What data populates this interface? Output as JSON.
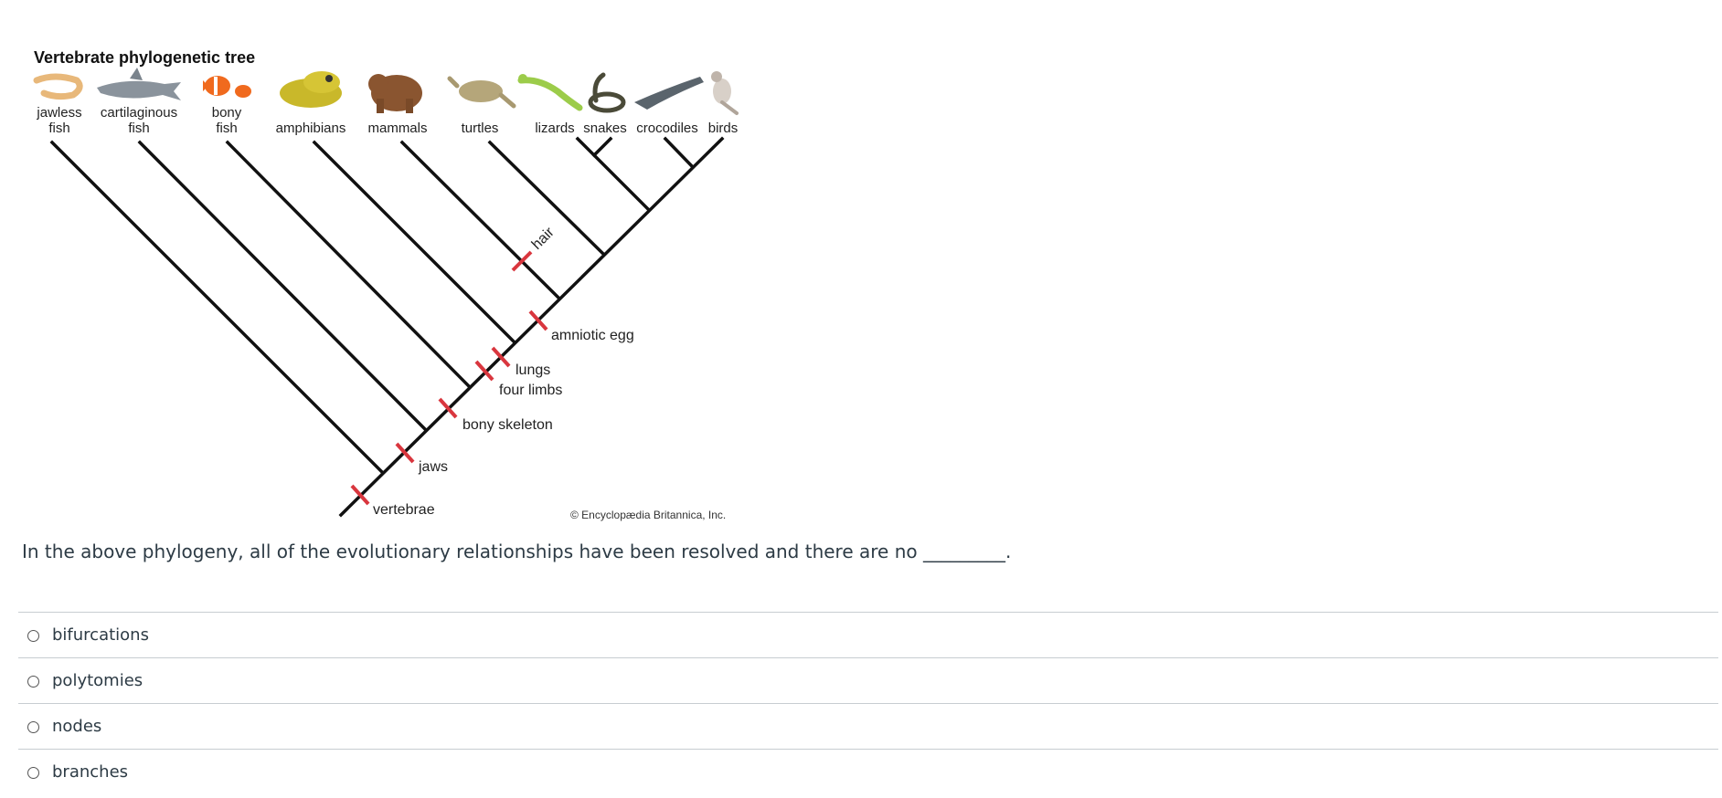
{
  "figure": {
    "title": "Vertebrate phylogenetic tree",
    "copyright": "© Encyclopædia Britannica, Inc.",
    "taxa": [
      {
        "line1": "jawless",
        "line2": "fish",
        "icon": "eel-icon"
      },
      {
        "line1": "cartilaginous",
        "line2": "fish",
        "icon": "shark-icon"
      },
      {
        "line1": "bony",
        "line2": "fish",
        "icon": "clownfish-icon"
      },
      {
        "line1": "",
        "line2": "amphibians",
        "icon": "frog-icon"
      },
      {
        "line1": "",
        "line2": "mammals",
        "icon": "bear-icon"
      },
      {
        "line1": "",
        "line2": "turtles",
        "icon": "turtle-icon"
      },
      {
        "line1": "",
        "line2": "lizards",
        "icon": "lizard-icon"
      },
      {
        "line1": "",
        "line2": "snakes",
        "icon": "snake-icon"
      },
      {
        "line1": "",
        "line2": "crocodiles",
        "icon": "crocodile-icon"
      },
      {
        "line1": "",
        "line2": "birds",
        "icon": "bird-icon"
      }
    ],
    "traits": {
      "vertebrae": "vertebrae",
      "jaws": "jaws",
      "bony_skeleton": "bony skeleton",
      "four_limbs": "four limbs",
      "lungs": "lungs",
      "amniotic_egg": "amniotic egg",
      "hair": "hair"
    },
    "colors": {
      "branch": "#111111",
      "trait_mark": "#d9363e"
    }
  },
  "question": {
    "text": "In the above phylogeny, all of the evolutionary relationships have been resolved and there are no _________.",
    "options": [
      "bifurcations",
      "polytomies",
      "nodes",
      "branches"
    ]
  }
}
